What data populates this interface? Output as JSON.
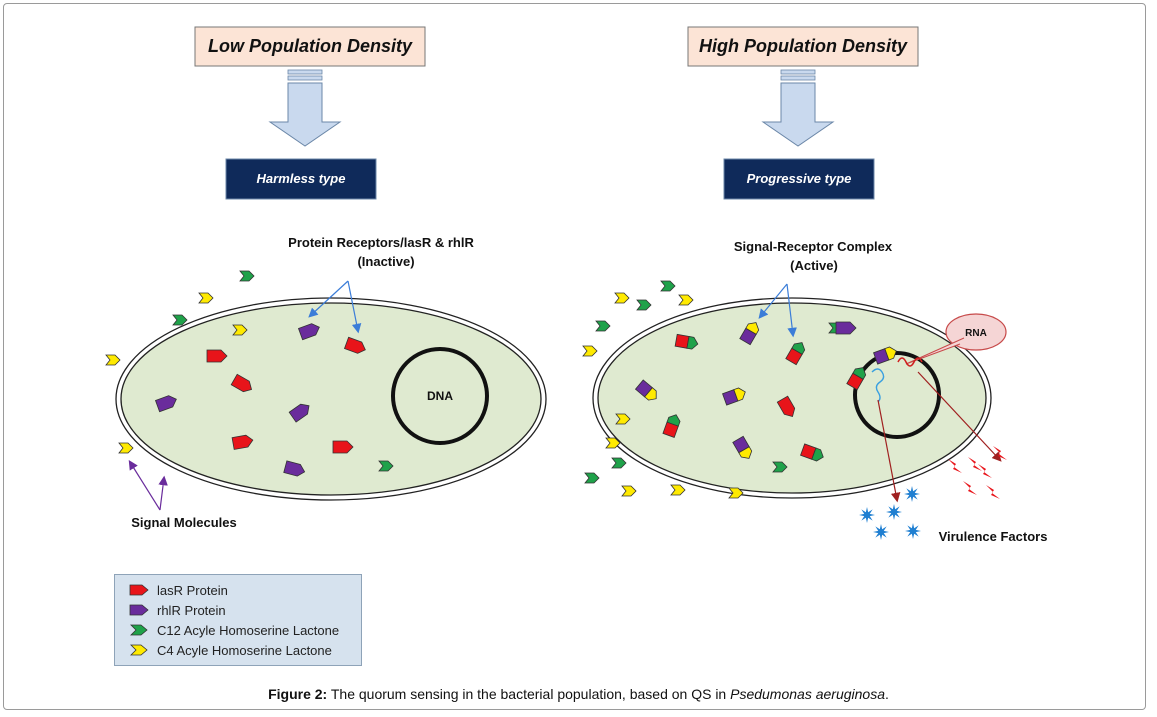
{
  "left": {
    "title": "Low Population Density",
    "type_label": "Harmless type",
    "receptor_label_line1": "Protein Receptors/lasR & rhlR",
    "receptor_label_line2": "(Inactive)",
    "signal_label": "Signal Molecules",
    "dna_label": "DNA"
  },
  "right": {
    "title": "High Population Density",
    "type_label": "Progressive type",
    "complex_label_line1": "Signal-Receptor Complex",
    "complex_label_line2": "(Active)",
    "rna_label": "RNA",
    "virulence_label": "Virulence Factors"
  },
  "legend": [
    {
      "label": "lasR Protein",
      "color": "#e8141a"
    },
    {
      "label": "rhlR Protein",
      "color": "#6a2c9c"
    },
    {
      "label": "C12  Acyle Homoserine Lactone",
      "color": "#1fa24a"
    },
    {
      "label": "C4    Acyle Homoserine Lactone",
      "color": "#ffea00"
    }
  ],
  "caption": {
    "figure": "Figure 2:",
    "text": " The quorum sensing in the bacterial population, based on QS in ",
    "species": "Psedumonas aeruginosa",
    "end": "."
  },
  "colors": {
    "cell_fill": "#dfead0",
    "title_box": "#fce4d6",
    "type_box": "#0f2a5a",
    "arrow_fill": "#c9d9ee",
    "virulence_star": "#1f7fd1"
  }
}
